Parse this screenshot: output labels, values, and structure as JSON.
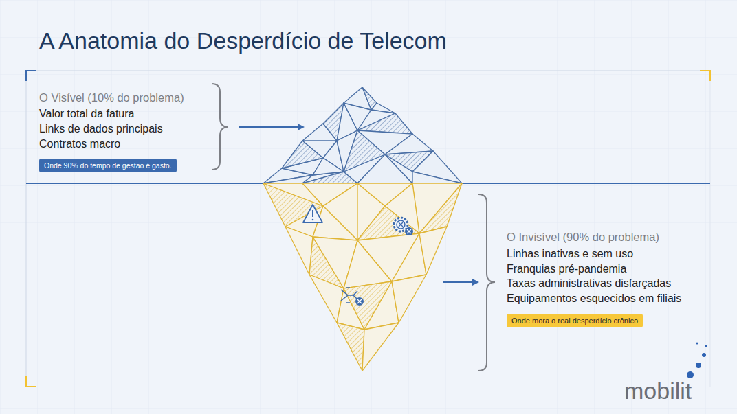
{
  "diagram": {
    "title": "A Anatomia do Desperdício de Telecom",
    "nodes": [
      {
        "text": [
          "Onde 90% do tempo de gestão é gasto."
        ]
      },
      {
        "text": [
          "Onde mora o real desperdício crônico"
        ]
      }
    ],
    "labels": [
      "O Visível (10% do problema)",
      "Valor total da fatura",
      "Links de dados principais",
      "Contratos macro",
      "O Invisível (90% do problema)",
      "Linhas inativas e sem uso",
      "Franquias pré-pandemia",
      "Taxas administrativas disfarçadas",
      "Equipamentos esquecidos em filiais",
      "mobilit"
    ]
  }
}
